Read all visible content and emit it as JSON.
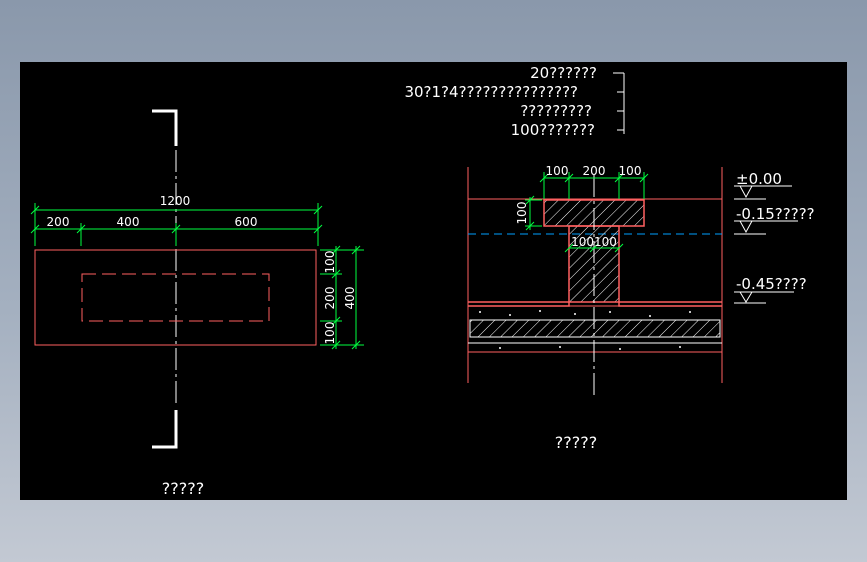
{
  "colors": {
    "background": "#8f9bb0",
    "canvas": "#000000",
    "outline": "#ff6060",
    "dimension": "#00ff40",
    "center_line": "#ffffff",
    "water_level": "#00a0ff"
  },
  "plan": {
    "dims_top": {
      "total": "1200",
      "seg1": "200",
      "seg2": "400",
      "seg3": "600"
    },
    "dims_right": {
      "top": "100",
      "mid": "200",
      "bottom": "100",
      "total": "400"
    },
    "caption": "?????"
  },
  "section": {
    "layers": [
      "20??????",
      "30?1?4???????????????",
      "?????????",
      "100???????"
    ],
    "dims_top": {
      "left": "100",
      "mid": "200",
      "right": "100"
    },
    "dim_height": "100",
    "dim_stem": "100100",
    "elevations": [
      "±0.00",
      "-0.15?????",
      "-0.45????"
    ],
    "caption": "?????"
  }
}
